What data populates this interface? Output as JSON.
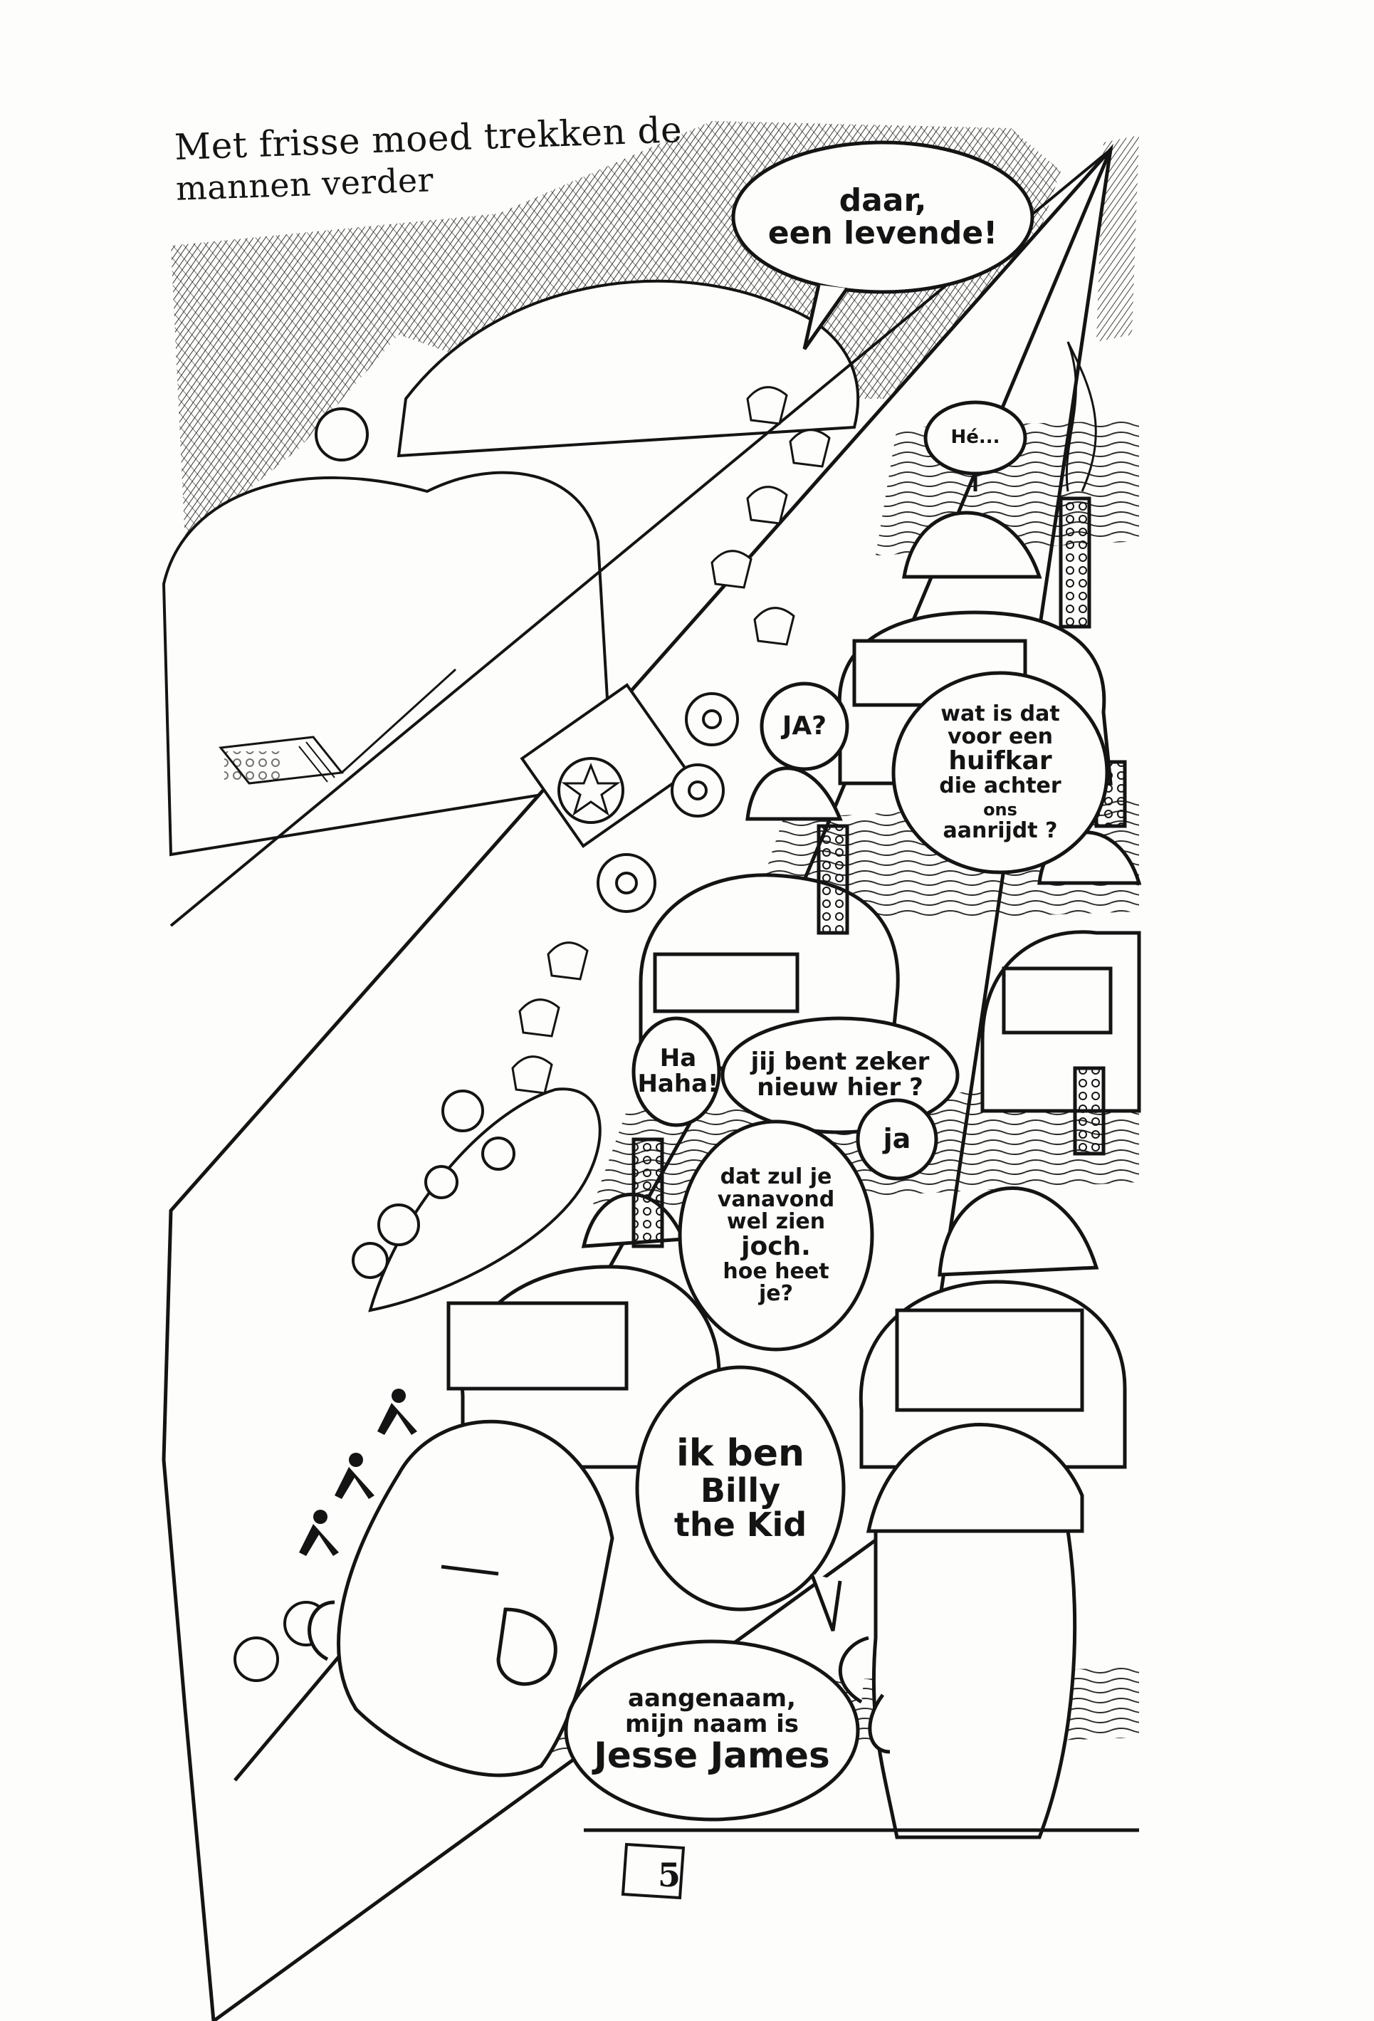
{
  "page": {
    "caption_lines": [
      "Met frisse moed  trekken de",
      "mannen verder"
    ],
    "page_number": "5",
    "colors": {
      "ink": "#141414",
      "paper": "#fdfdfb"
    }
  },
  "speech_bubbles": [
    {
      "id": "levende",
      "lines": [
        "daar,",
        "een levende!"
      ]
    },
    {
      "id": "he",
      "lines": [
        "Hé..."
      ]
    },
    {
      "id": "ja-q",
      "lines": [
        "JA?"
      ]
    },
    {
      "id": "huifkar",
      "lines": [
        "wat is dat",
        "voor een",
        "huifkar",
        "die achter",
        "ons",
        "aanrijdt ?"
      ]
    },
    {
      "id": "haha",
      "lines": [
        "Ha",
        "Haha!"
      ]
    },
    {
      "id": "nieuw",
      "lines": [
        "jij bent zeker",
        "nieuw hier ?"
      ]
    },
    {
      "id": "ja",
      "lines": [
        "ja"
      ]
    },
    {
      "id": "vanavond",
      "lines": [
        "dat zul je",
        "vanavond",
        "wel zien",
        "joch.",
        "hoe heet",
        "je?"
      ]
    },
    {
      "id": "billy",
      "lines": [
        "ik ben",
        "Billy",
        "the Kid"
      ]
    },
    {
      "id": "jesse",
      "lines": [
        "aangenaam,",
        "mijn naam is",
        "Jesse James"
      ]
    }
  ],
  "decorations": {
    "flag": "us-flag-icon",
    "star_emblem": "star-emblem-icon"
  }
}
